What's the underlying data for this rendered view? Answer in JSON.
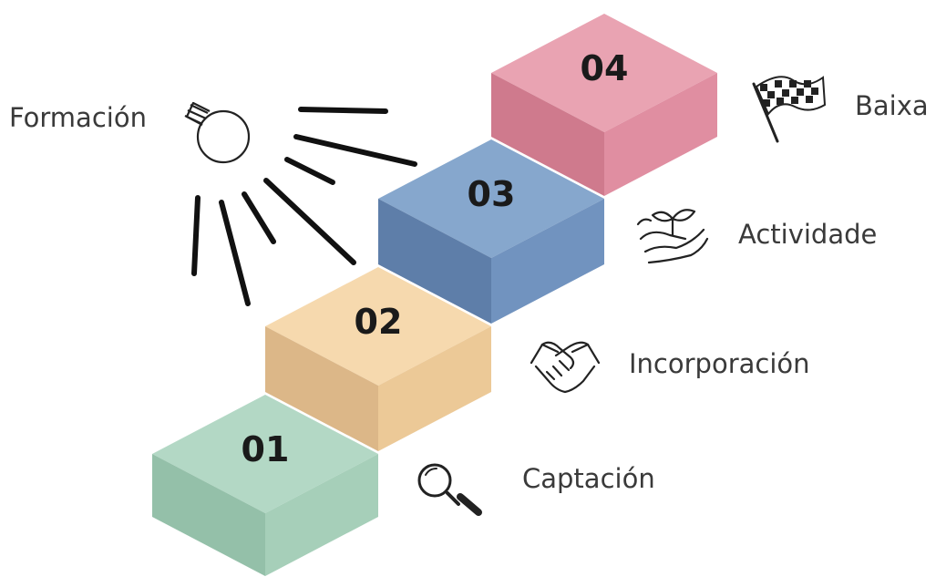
{
  "steps": [
    {
      "number": "01",
      "label": "Captación",
      "icon": "magnifier-icon",
      "color": "#a8d0bb"
    },
    {
      "number": "02",
      "label": "Incorporación",
      "icon": "handshake-icon",
      "color": "#f3d1a0"
    },
    {
      "number": "03",
      "label": "Actividade",
      "icon": "hand-sprout-icon",
      "color": "#7a9cc4"
    },
    {
      "number": "04",
      "label": "Baixa",
      "icon": "checkered-flag-icon",
      "color": "#e494a6"
    }
  ],
  "side_label": {
    "text": "Formación",
    "icon": "lightbulb-icon"
  }
}
